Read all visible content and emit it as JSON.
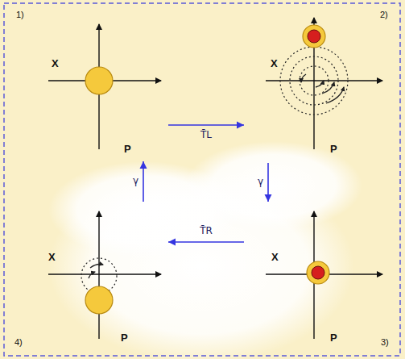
{
  "diagram": {
    "nodes": [
      {
        "text": [
          "1)",
          "X",
          "P"
        ]
      },
      {
        "text": [
          "2)",
          "X",
          "P"
        ]
      },
      {
        "text": [
          "4)",
          "X",
          "P"
        ]
      },
      {
        "text": [
          "3)",
          "X",
          "P"
        ]
      }
    ],
    "edges": [
      {
        "from": 0,
        "to": 1,
        "arrow": "to",
        "label": "T̄L"
      },
      {
        "from": 1,
        "to": 3,
        "arrow": "to",
        "label": "γ"
      },
      {
        "from": 3,
        "to": 2,
        "arrow": "to",
        "label": "T̄R"
      },
      {
        "from": 2,
        "to": 0,
        "arrow": "to",
        "label": "γ"
      }
    ]
  }
}
